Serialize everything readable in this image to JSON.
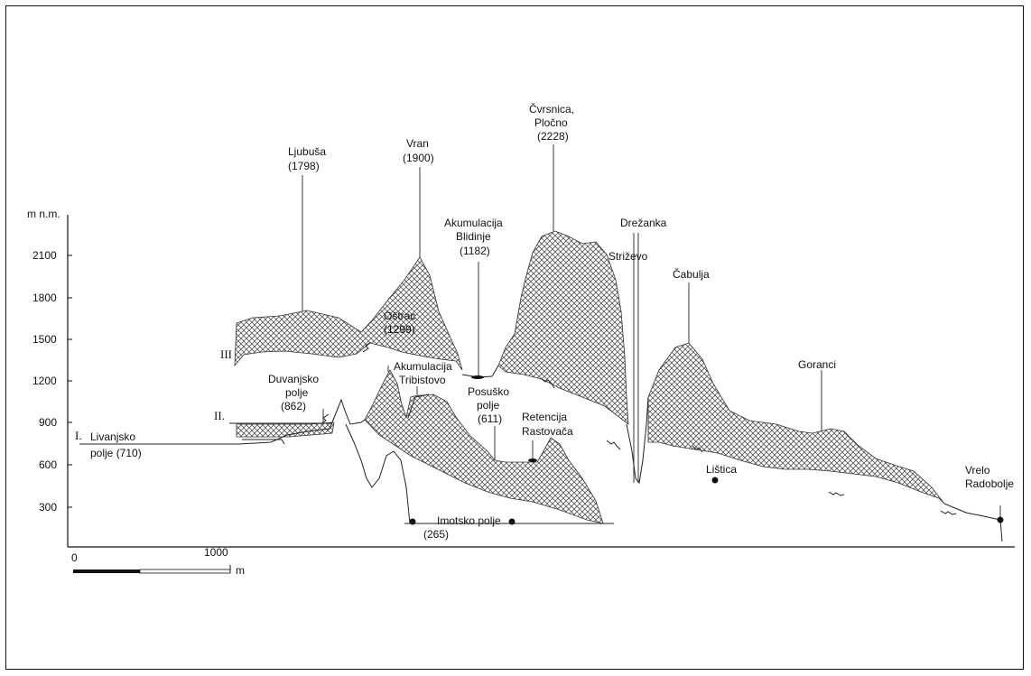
{
  "axis": {
    "ylabel": "m n.m.",
    "ticks": [
      "2100",
      "1800",
      "1500",
      "1200",
      "900",
      "600",
      "300"
    ],
    "scale_start": "0",
    "scale_end": "1000",
    "scale_unit": "m"
  },
  "levels": {
    "first": "I.",
    "second": "II.",
    "third": "III"
  },
  "labels": {
    "ljubusa": [
      "Ljubuša",
      "(1798)"
    ],
    "vran": [
      "Vran",
      "(1900)"
    ],
    "cvrsnica": [
      "Čvrsnica,",
      "Pločno",
      "(2228)"
    ],
    "blidinje": [
      "Akumulacija",
      "Blidinje",
      "(1182)"
    ],
    "drezanka": "Drežanka",
    "strizevo": "Striževo",
    "cabulja": "Čabulja",
    "ostrac": [
      "Oštrac",
      "(1299)"
    ],
    "tribistovo": [
      "Akumulacija",
      "Tribistovo"
    ],
    "duvanjsko": [
      "Duvanjsko",
      "polje",
      "(862)"
    ],
    "livanjsko": [
      "Livanjsko",
      "polje  (710)"
    ],
    "posusko": [
      "Posuško",
      "polje",
      "(611)"
    ],
    "rastovaca": [
      "Retencija",
      "Rastovača"
    ],
    "imotsko": [
      "Imotsko polje",
      "(265)"
    ],
    "goranci": "Goranci",
    "listica": "Lištica",
    "radobolje": [
      "Vrelo",
      "Radobolje"
    ]
  }
}
